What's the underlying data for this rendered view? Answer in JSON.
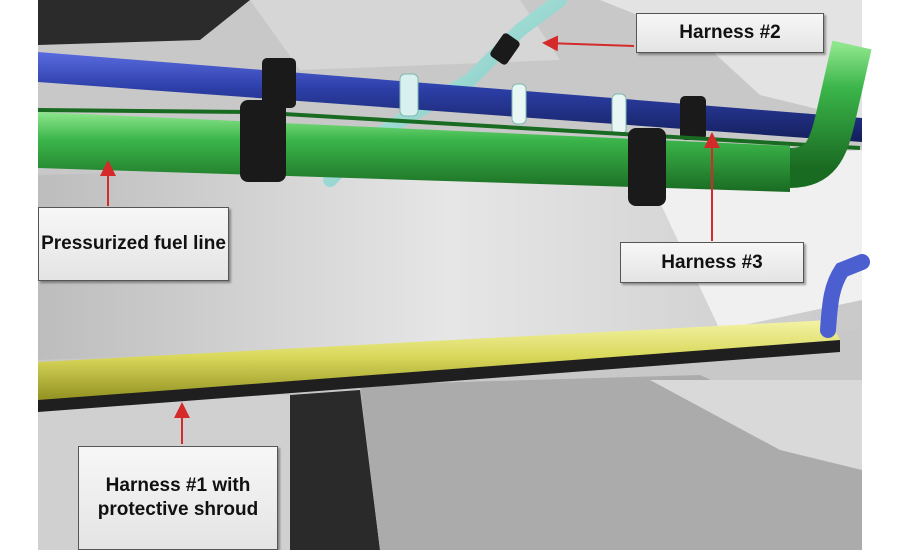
{
  "callouts": {
    "harness2": "Harness #2",
    "fuel_line": "Pressurized fuel line",
    "harness3": "Harness #3",
    "harness1": "Harness #1 with protective shroud"
  },
  "colors": {
    "background_gray": "#c8c8c8",
    "harness2_blue": "#2d3fa8",
    "fuel_line_green": "#3bb54a",
    "harness3_teal": "#8fd8cf",
    "harness1_shroud": "#d9d85a",
    "clamp_black": "#1a1a1a",
    "arrow_red": "#d42a2a"
  }
}
